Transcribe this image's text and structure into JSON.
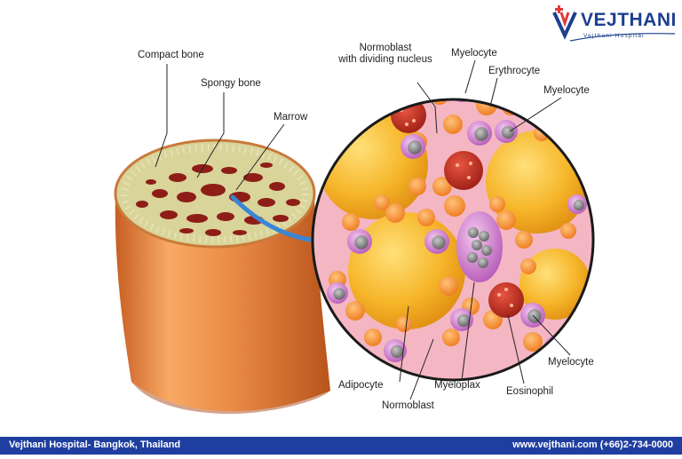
{
  "brand": {
    "name": "VEJTHANI",
    "subtitle": "Vejthani Hospital"
  },
  "labels": {
    "compact_bone": "Compact bone",
    "spongy_bone": "Spongy bone",
    "marrow": "Marrow",
    "normoblast_dividing_line1": "Normoblast",
    "normoblast_dividing_line2": "with dividing nucleus",
    "myelocyte_top": "Myelocyte",
    "erythrocyte": "Erythrocyte",
    "myelocyte_right": "Myelocyte",
    "adipocyte": "Adipocyte",
    "normoblast": "Normoblast",
    "myeloplax": "Myeloplax",
    "eosinophil": "Eosinophil",
    "myelocyte_bottom": "Myelocyte"
  },
  "footer": {
    "left": "Vejthani Hospital- Bangkok, Thailand",
    "right": "www.vejthani.com (+66)2-734-0000"
  },
  "colors": {
    "brand_blue": "#1f3fa0",
    "bone_orange": "#e0803a",
    "fat_yellow": "#f5b324",
    "erythrocyte_orange": "#f4892a",
    "myelocyte_pink": "#c66bc6",
    "eosinophil_red": "#c0392b"
  }
}
